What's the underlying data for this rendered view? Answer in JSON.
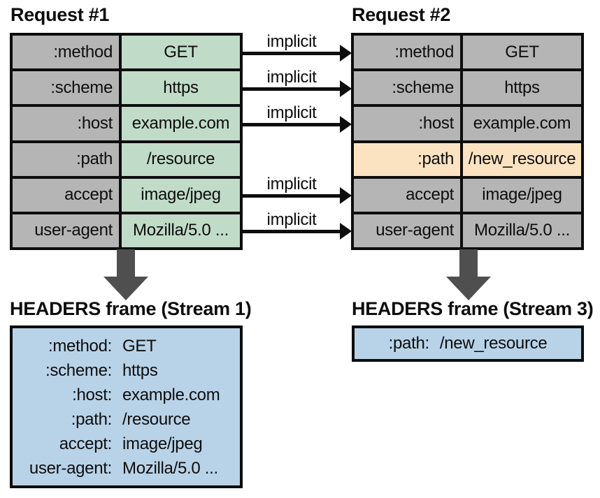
{
  "colors": {
    "line_black": "#0d0d0d",
    "cell_gray": "#b5b5b5",
    "cell_green": "#c0dcc8",
    "cell_orange": "#fbe3c1",
    "frame_blue": "#b8d3e8",
    "arrow_gray": "#4f4f4f"
  },
  "request1": {
    "title": "Request #1",
    "rows": [
      {
        "name": ":method",
        "value": "GET"
      },
      {
        "name": ":scheme",
        "value": "https"
      },
      {
        "name": ":host",
        "value": "example.com"
      },
      {
        "name": ":path",
        "value": "/resource"
      },
      {
        "name": "accept",
        "value": "image/jpeg"
      },
      {
        "name": "user-agent",
        "value": "Mozilla/5.0 ..."
      }
    ]
  },
  "request2": {
    "title": "Request #2",
    "rows": [
      {
        "name": ":method",
        "value": "GET"
      },
      {
        "name": ":scheme",
        "value": "https"
      },
      {
        "name": ":host",
        "value": "example.com"
      },
      {
        "name": ":path",
        "value": "/new_resource"
      },
      {
        "name": "accept",
        "value": "image/jpeg"
      },
      {
        "name": "user-agent",
        "value": "Mozilla/5.0 ..."
      }
    ],
    "highlighted_row": ":path"
  },
  "arrows": {
    "label": "implicit",
    "count": 5
  },
  "frame1": {
    "title": "HEADERS frame (Stream 1)",
    "entries": [
      {
        "key": ":method:",
        "value": "GET"
      },
      {
        "key": ":scheme:",
        "value": "https"
      },
      {
        "key": ":host:",
        "value": "example.com"
      },
      {
        "key": ":path:",
        "value": "/resource"
      },
      {
        "key": "accept:",
        "value": "image/jpeg"
      },
      {
        "key": "user-agent:",
        "value": "Mozilla/5.0 ..."
      }
    ]
  },
  "frame2": {
    "title": "HEADERS frame (Stream 3)",
    "entries": [
      {
        "key": ":path:",
        "value": "/new_resource"
      }
    ]
  }
}
